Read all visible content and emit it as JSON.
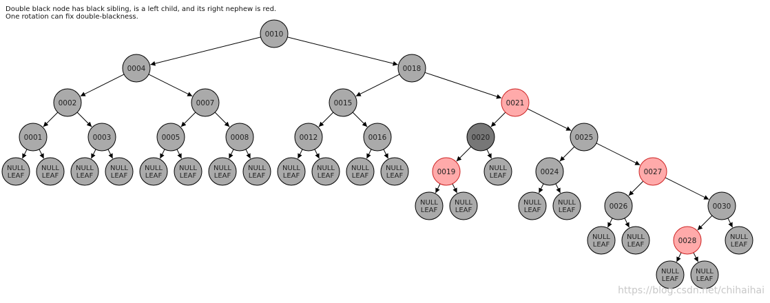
{
  "caption": {
    "line1": "Double black node has black sibling, is a left child, and its right nephew is red.",
    "line2": "One rotation can fix double-blackness."
  },
  "colors": {
    "black_node": "#aaaaaa",
    "red_node": "#ffaaaa",
    "double_black_node": "#777777",
    "red_stroke": "#cc2222",
    "edge": "#000000"
  },
  "null_leaf": {
    "line1": "NULL",
    "line2": "LEAF"
  },
  "tree": {
    "nodes": [
      {
        "id": "n10",
        "label": "0010",
        "color": "black"
      },
      {
        "id": "n4",
        "label": "0004",
        "color": "black"
      },
      {
        "id": "n18",
        "label": "0018",
        "color": "black"
      },
      {
        "id": "n2",
        "label": "0002",
        "color": "black"
      },
      {
        "id": "n7",
        "label": "0007",
        "color": "black"
      },
      {
        "id": "n15",
        "label": "0015",
        "color": "black"
      },
      {
        "id": "n21",
        "label": "0021",
        "color": "red"
      },
      {
        "id": "n1",
        "label": "0001",
        "color": "black"
      },
      {
        "id": "n3",
        "label": "0003",
        "color": "black"
      },
      {
        "id": "n5",
        "label": "0005",
        "color": "black"
      },
      {
        "id": "n8",
        "label": "0008",
        "color": "black"
      },
      {
        "id": "n12",
        "label": "0012",
        "color": "black"
      },
      {
        "id": "n16",
        "label": "0016",
        "color": "black"
      },
      {
        "id": "n20",
        "label": "0020",
        "color": "double-black"
      },
      {
        "id": "n25",
        "label": "0025",
        "color": "black"
      },
      {
        "id": "n19",
        "label": "0019",
        "color": "red"
      },
      {
        "id": "n24",
        "label": "0024",
        "color": "black"
      },
      {
        "id": "n27",
        "label": "0027",
        "color": "red"
      },
      {
        "id": "n26",
        "label": "0026",
        "color": "black"
      },
      {
        "id": "n30",
        "label": "0030",
        "color": "black"
      },
      {
        "id": "n28",
        "label": "0028",
        "color": "red"
      },
      {
        "id": "l1a",
        "label": "NULL LEAF",
        "color": "null"
      },
      {
        "id": "l1b",
        "label": "NULL LEAF",
        "color": "null"
      },
      {
        "id": "l3a",
        "label": "NULL LEAF",
        "color": "null"
      },
      {
        "id": "l3b",
        "label": "NULL LEAF",
        "color": "null"
      },
      {
        "id": "l5a",
        "label": "NULL LEAF",
        "color": "null"
      },
      {
        "id": "l5b",
        "label": "NULL LEAF",
        "color": "null"
      },
      {
        "id": "l8a",
        "label": "NULL LEAF",
        "color": "null"
      },
      {
        "id": "l8b",
        "label": "NULL LEAF",
        "color": "null"
      },
      {
        "id": "l12a",
        "label": "NULL LEAF",
        "color": "null"
      },
      {
        "id": "l12b",
        "label": "NULL LEAF",
        "color": "null"
      },
      {
        "id": "l16a",
        "label": "NULL LEAF",
        "color": "null"
      },
      {
        "id": "l16b",
        "label": "NULL LEAF",
        "color": "null"
      },
      {
        "id": "l20b",
        "label": "NULL LEAF",
        "color": "null"
      },
      {
        "id": "l19a",
        "label": "NULL LEAF",
        "color": "null"
      },
      {
        "id": "l19b",
        "label": "NULL LEAF",
        "color": "null"
      },
      {
        "id": "l24a",
        "label": "NULL LEAF",
        "color": "null"
      },
      {
        "id": "l24b",
        "label": "NULL LEAF",
        "color": "null"
      },
      {
        "id": "l26a",
        "label": "NULL LEAF",
        "color": "null"
      },
      {
        "id": "l26b",
        "label": "NULL LEAF",
        "color": "null"
      },
      {
        "id": "l30b",
        "label": "NULL LEAF",
        "color": "null"
      },
      {
        "id": "l28a",
        "label": "NULL LEAF",
        "color": "null"
      },
      {
        "id": "l28b",
        "label": "NULL LEAF",
        "color": "null"
      }
    ],
    "edges": [
      [
        "n10",
        "n4"
      ],
      [
        "n10",
        "n18"
      ],
      [
        "n4",
        "n2"
      ],
      [
        "n4",
        "n7"
      ],
      [
        "n18",
        "n15"
      ],
      [
        "n18",
        "n21"
      ],
      [
        "n2",
        "n1"
      ],
      [
        "n2",
        "n3"
      ],
      [
        "n7",
        "n5"
      ],
      [
        "n7",
        "n8"
      ],
      [
        "n15",
        "n12"
      ],
      [
        "n15",
        "n16"
      ],
      [
        "n21",
        "n20"
      ],
      [
        "n21",
        "n25"
      ],
      [
        "n1",
        "l1a"
      ],
      [
        "n1",
        "l1b"
      ],
      [
        "n3",
        "l3a"
      ],
      [
        "n3",
        "l3b"
      ],
      [
        "n5",
        "l5a"
      ],
      [
        "n5",
        "l5b"
      ],
      [
        "n8",
        "l8a"
      ],
      [
        "n8",
        "l8b"
      ],
      [
        "n12",
        "l12a"
      ],
      [
        "n12",
        "l12b"
      ],
      [
        "n16",
        "l16a"
      ],
      [
        "n16",
        "l16b"
      ],
      [
        "n20",
        "n19"
      ],
      [
        "n20",
        "l20b"
      ],
      [
        "n25",
        "n24"
      ],
      [
        "n25",
        "n27"
      ],
      [
        "n19",
        "l19a"
      ],
      [
        "n19",
        "l19b"
      ],
      [
        "n24",
        "l24a"
      ],
      [
        "n24",
        "l24b"
      ],
      [
        "n27",
        "n26"
      ],
      [
        "n27",
        "n30"
      ],
      [
        "n26",
        "l26a"
      ],
      [
        "n26",
        "l26b"
      ],
      [
        "n30",
        "n28"
      ],
      [
        "n30",
        "l30b"
      ],
      [
        "n28",
        "l28a"
      ],
      [
        "n28",
        "l28b"
      ]
    ]
  },
  "watermark": "https://blog.csdn.net/chihaihai"
}
